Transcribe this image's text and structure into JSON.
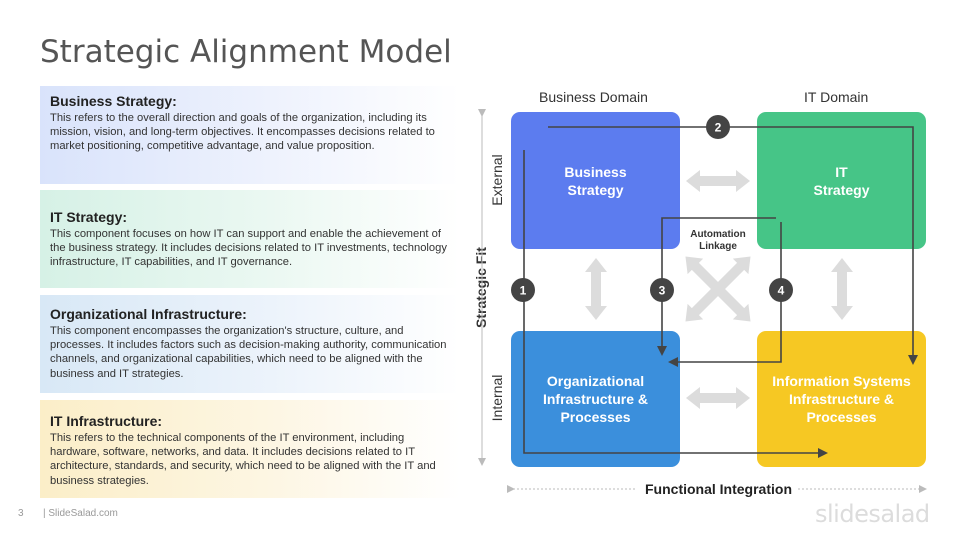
{
  "title": "Strategic Alignment Model",
  "cards": [
    {
      "title": "Business Strategy:",
      "body": "This refers to the overall direction and goals of the organization, including its mission, vision, and long-term objectives. It encompasses decisions related to market positioning, competitive advantage, and value proposition.",
      "color": "#5c7cef"
    },
    {
      "title": "IT Strategy:",
      "body": "This component focuses on how IT can support and enable the achievement of the business strategy. It includes decisions related to IT investments, technology infrastructure, IT capabilities, and IT governance.",
      "color": "#46c587"
    },
    {
      "title": "Organizational Infrastructure:",
      "body": "This component encompasses the organization's structure, culture, and processes. It includes factors such as decision-making authority, communication channels, and organizational capabilities, which need to be aligned with the business and IT strategies.",
      "color": "#3b8fdc"
    },
    {
      "title": "IT Infrastructure:",
      "body": "This refers to the technical components of the IT environment, including hardware, software, networks, and data. It includes decisions related to IT architecture, standards, and security, which need to be aligned with the IT and business strategies.",
      "color": "#f6c823"
    }
  ],
  "diagram": {
    "domain_labels": {
      "business": "Business Domain",
      "it": "IT Domain"
    },
    "axis_labels": {
      "external": "External",
      "internal": "Internal",
      "strategic_fit": "Strategic Fit",
      "functional_integration": "Functional Integration"
    },
    "center_label": {
      "line1": "Automation",
      "line2": "Linkage"
    },
    "boxes": [
      {
        "line1": "Business",
        "line2": "Strategy",
        "line3": "",
        "color": "#5c7cef"
      },
      {
        "line1": "IT",
        "line2": "Strategy",
        "line3": "",
        "color": "#46c587"
      },
      {
        "line1": "Organizational",
        "line2": "Infrastructure &",
        "line3": "Processes",
        "color": "#3b8fdc"
      },
      {
        "line1": "Information Systems",
        "line2": "Infrastructure &",
        "line3": "Processes",
        "color": "#f6c823"
      }
    ],
    "steps": [
      "1",
      "2",
      "3",
      "4"
    ]
  },
  "footer": {
    "page_number": "3",
    "site": "| SlideSalad.com",
    "logo": "slidesalad"
  }
}
